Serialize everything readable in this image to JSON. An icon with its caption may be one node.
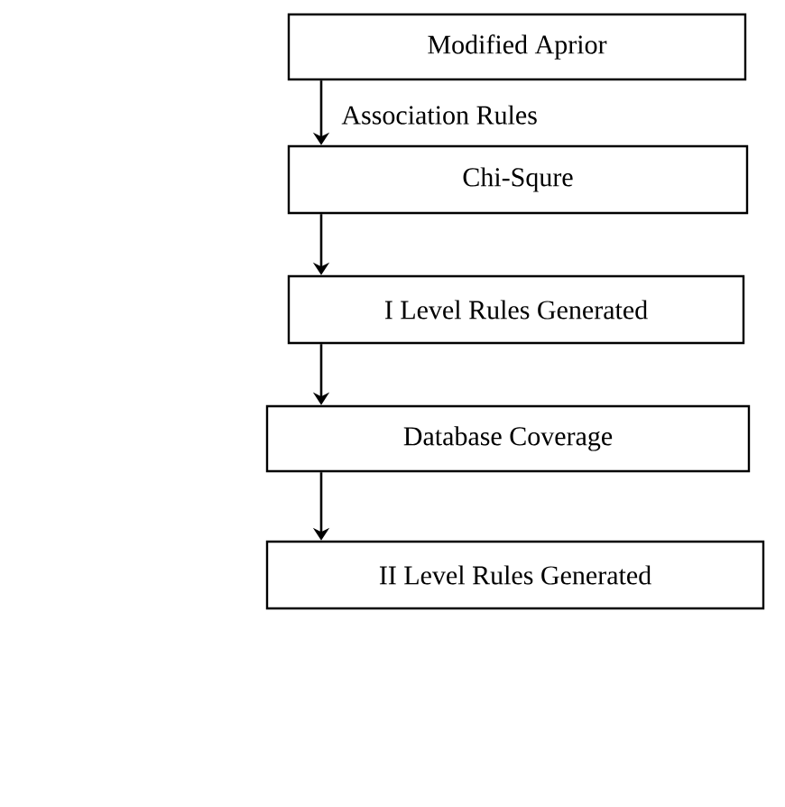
{
  "diagram": {
    "nodes": [
      {
        "text": [
          "Modified Aprior"
        ]
      },
      {
        "text": [
          "Chi-Squre"
        ]
      },
      {
        "text": [
          "I Level Rules Generated"
        ]
      },
      {
        "text": [
          "Database Coverage"
        ]
      },
      {
        "text": [
          "II Level Rules Generated"
        ]
      }
    ],
    "edges": [
      {
        "from": 0,
        "to": 1,
        "arrow": "to",
        "label": "Association Rules"
      },
      {
        "from": 1,
        "to": 2,
        "arrow": "to"
      },
      {
        "from": 2,
        "to": 3,
        "arrow": "to"
      },
      {
        "from": 3,
        "to": 4,
        "arrow": "to"
      }
    ]
  }
}
